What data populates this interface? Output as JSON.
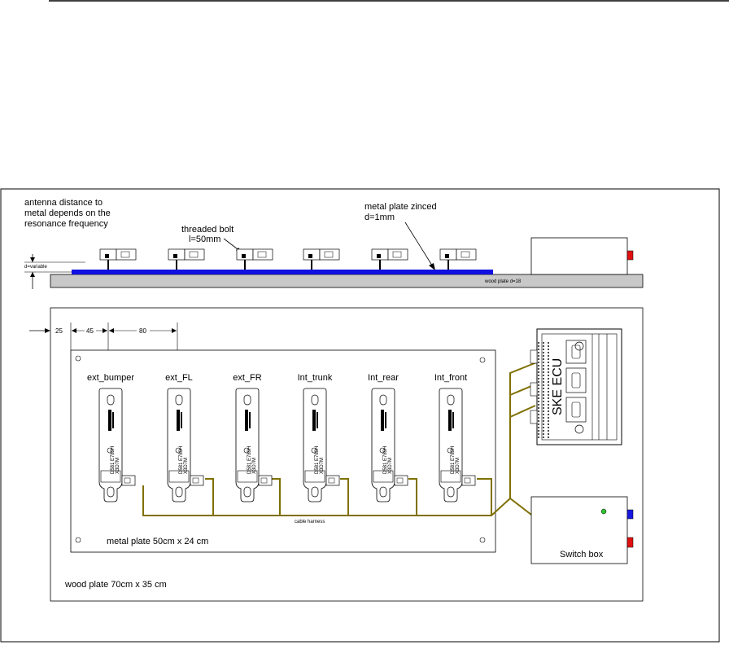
{
  "colors": {
    "harness": "#807000",
    "metal_strip": "#1010e0",
    "wood": "#c8c8c8",
    "red_button": "#e01010",
    "blue_button": "#1818e0",
    "led": "#30c030"
  },
  "side_view": {
    "antenna_note": [
      "antenna distance to",
      "metal depends on the",
      "resonance frequency"
    ],
    "bolt_label": [
      "threaded bolt",
      "l=50mm"
    ],
    "metal_label": [
      "metal plate zinced",
      "d=1mm"
    ],
    "d_variable": "d=variable",
    "wood_plate": "wood plate d=18"
  },
  "top_view": {
    "dim_25": "25",
    "dim_45": "45",
    "dim_80": "80",
    "antennas": [
      "ext_bumper",
      "ext_FL",
      "ext_FR",
      "Int_trunk",
      "Int_rear",
      "Int_front"
    ],
    "antenna_part_text": [
      "D581 E789H",
      "X3D7M"
    ],
    "cable_harness": "cable harness",
    "metal_plate": "metal plate 50cm x 24 cm",
    "wood_plate": "wood plate  70cm x 35 cm",
    "ecu_label": "SKE ECU",
    "switch_box": "Switch box"
  }
}
